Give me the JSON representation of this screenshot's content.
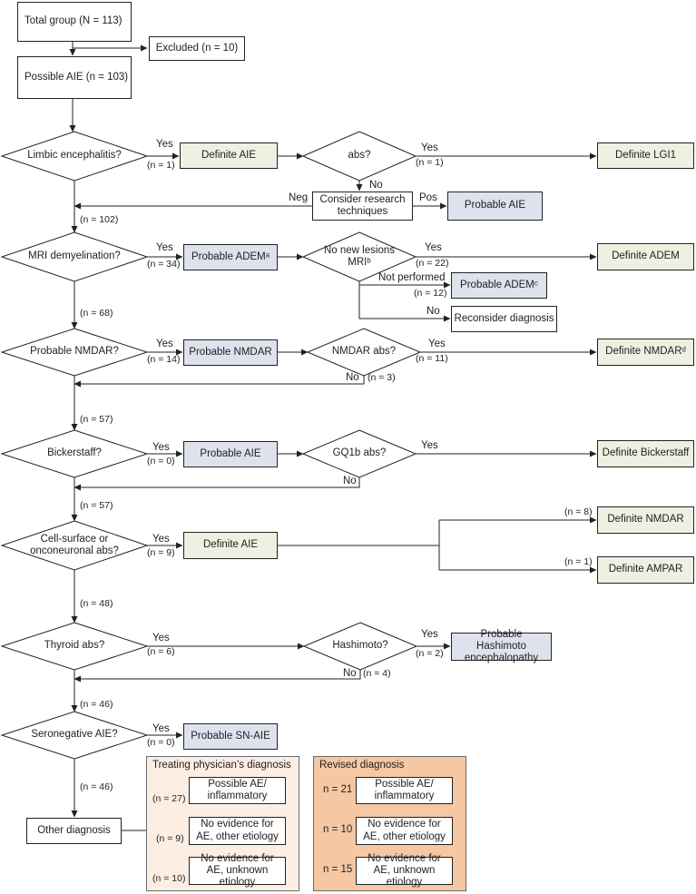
{
  "boxes": {
    "total_group": "Total group (N = 113)",
    "excluded": "Excluded (n = 10)",
    "possible_aie": "Possible AIE (n = 103)",
    "definite_aie_1": "Definite AIE",
    "definite_lgi1": "Definite LGI1",
    "consider_research": "Consider research techniques",
    "probable_aie_1": "Probable AIE",
    "probable_adem_1": "Probable ADEMᵃ",
    "definite_adem": "Definite ADEM",
    "probable_adem_2": "Probable ADEMᶜ",
    "reconsider_diagnosis": "Reconsider diagnosis",
    "probable_nmdar": "Probable NMDAR",
    "definite_nmdar_d": "Definite NMDARᵈ",
    "probable_aie_2": "Probable AIE",
    "definite_bickerstaff": "Definite Bickerstaff",
    "definite_aie_2": "Definite AIE",
    "definite_nmdar": "Definite NMDAR",
    "definite_ampar": "Definite AMPAR",
    "probable_hashimoto": "Probable Hashimoto encephalopathy",
    "probable_sn_aie": "Probable SN-AIE",
    "other_diagnosis": "Other diagnosis"
  },
  "decisions": {
    "limbic": "Limbic encephalitis?",
    "abs": "abs?",
    "mri_demyelination": "MRI demyelination?",
    "no_new_lesions": "No new lesions MRIᵇ",
    "probable_nmdar_q": "Probable NMDAR?",
    "nmdar_abs": "NMDAR abs?",
    "bickerstaff": "Bickerstaff?",
    "gq1b_abs": "GQ1b abs?",
    "cell_surface": "Cell-surface or onconeuronal abs?",
    "thyroid": "Thyroid abs?",
    "hashimoto": "Hashimoto?",
    "seronegative": "Seronegative AIE?"
  },
  "labels": {
    "yes": "Yes",
    "no": "No",
    "neg": "Neg",
    "pos": "Pos",
    "not_performed": "Not performed"
  },
  "counts": {
    "limbic_yes": "(n = 1)",
    "abs_yes": "(n = 1)",
    "after_limbic": "(n = 102)",
    "mri_yes": "(n = 34)",
    "lesions_yes": "(n = 22)",
    "lesions_not_performed": "(n = 12)",
    "after_mri": "(n = 68)",
    "nmdar_yes": "(n = 14)",
    "nmdar_abs_yes": "(n = 11)",
    "nmdar_abs_no": "(n = 3)",
    "after_nmdar": "(n = 57)",
    "bickerstaff_yes": "(n = 0)",
    "after_bickerstaff": "(n = 57)",
    "cell_yes": "(n = 9)",
    "nmdar_8": "(n = 8)",
    "ampar_1": "(n = 1)",
    "after_cell": "(n = 48)",
    "thyroid_yes": "(n = 6)",
    "hashimoto_yes": "(n = 2)",
    "hashimoto_no": "(n = 4)",
    "after_thyroid": "(n = 46)",
    "seroneg_yes": "(n = 0)",
    "after_seroneg": "(n = 46)"
  },
  "treating_panel": {
    "title": "Treating physician’s diagnosis",
    "rows": [
      {
        "count": "(n = 27)",
        "label": "Possible AE/ inflammatory"
      },
      {
        "count": "(n = 9)",
        "label": "No evidence for AE, other etiology"
      },
      {
        "count": "(n = 10)",
        "label": "No evidence for AE, unknown etiology"
      }
    ]
  },
  "revised_panel": {
    "title": "Revised diagnosis",
    "rows": [
      {
        "count": "n = 21",
        "label": "Possible AE/ inflammatory"
      },
      {
        "count": "n = 10",
        "label": "No evidence for AE, other etiology"
      },
      {
        "count": "n = 15",
        "label": "No evidence for AE, unknown etiology"
      }
    ]
  },
  "colors": {
    "definite_fill": "#eef0e2",
    "probable_fill": "#dde2ed",
    "treating_panel_fill": "#fdeee4",
    "revised_panel_fill": "#f5c7a3",
    "line": "#222222"
  }
}
